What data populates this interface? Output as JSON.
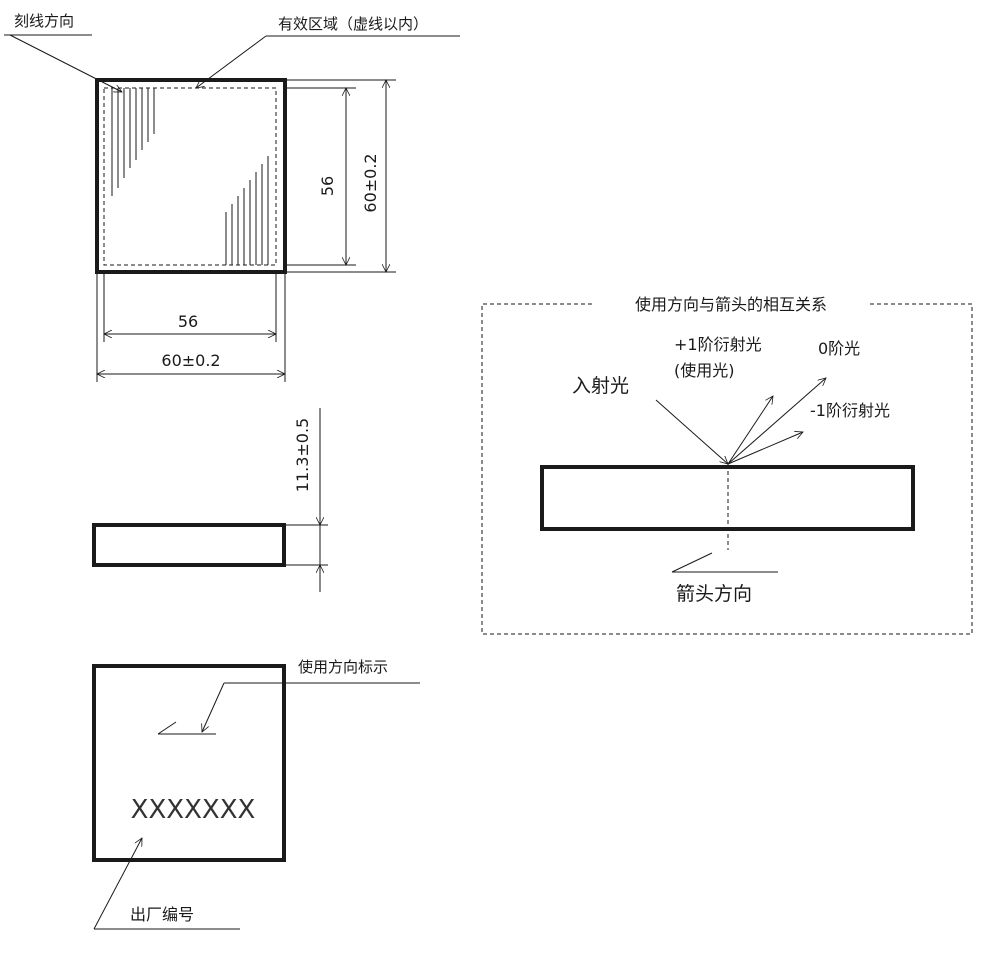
{
  "labels": {
    "groove_direction": "刻线方向",
    "effective_area": "有效区域（虚线以内）",
    "usage_mark": "使用方向标示",
    "serial_number": "出厂编号",
    "serial_value": "XXXXXXX",
    "relation_title": "使用方向与箭头的相互关系",
    "incident_light": "入射光",
    "plus1_order": "+1阶衍射光",
    "plus1_note": "(使用光)",
    "zero_order": "0阶光",
    "minus1_order": "-1阶衍射光",
    "arrow_direction": "箭头方向"
  },
  "dimensions": {
    "inner_width": "56",
    "outer_width": "60±0.2",
    "inner_height": "56",
    "outer_height": "60±0.2",
    "thickness": "11.3±0.5"
  },
  "colors": {
    "line": "#1a1a1a",
    "serial_text": "#333333"
  }
}
